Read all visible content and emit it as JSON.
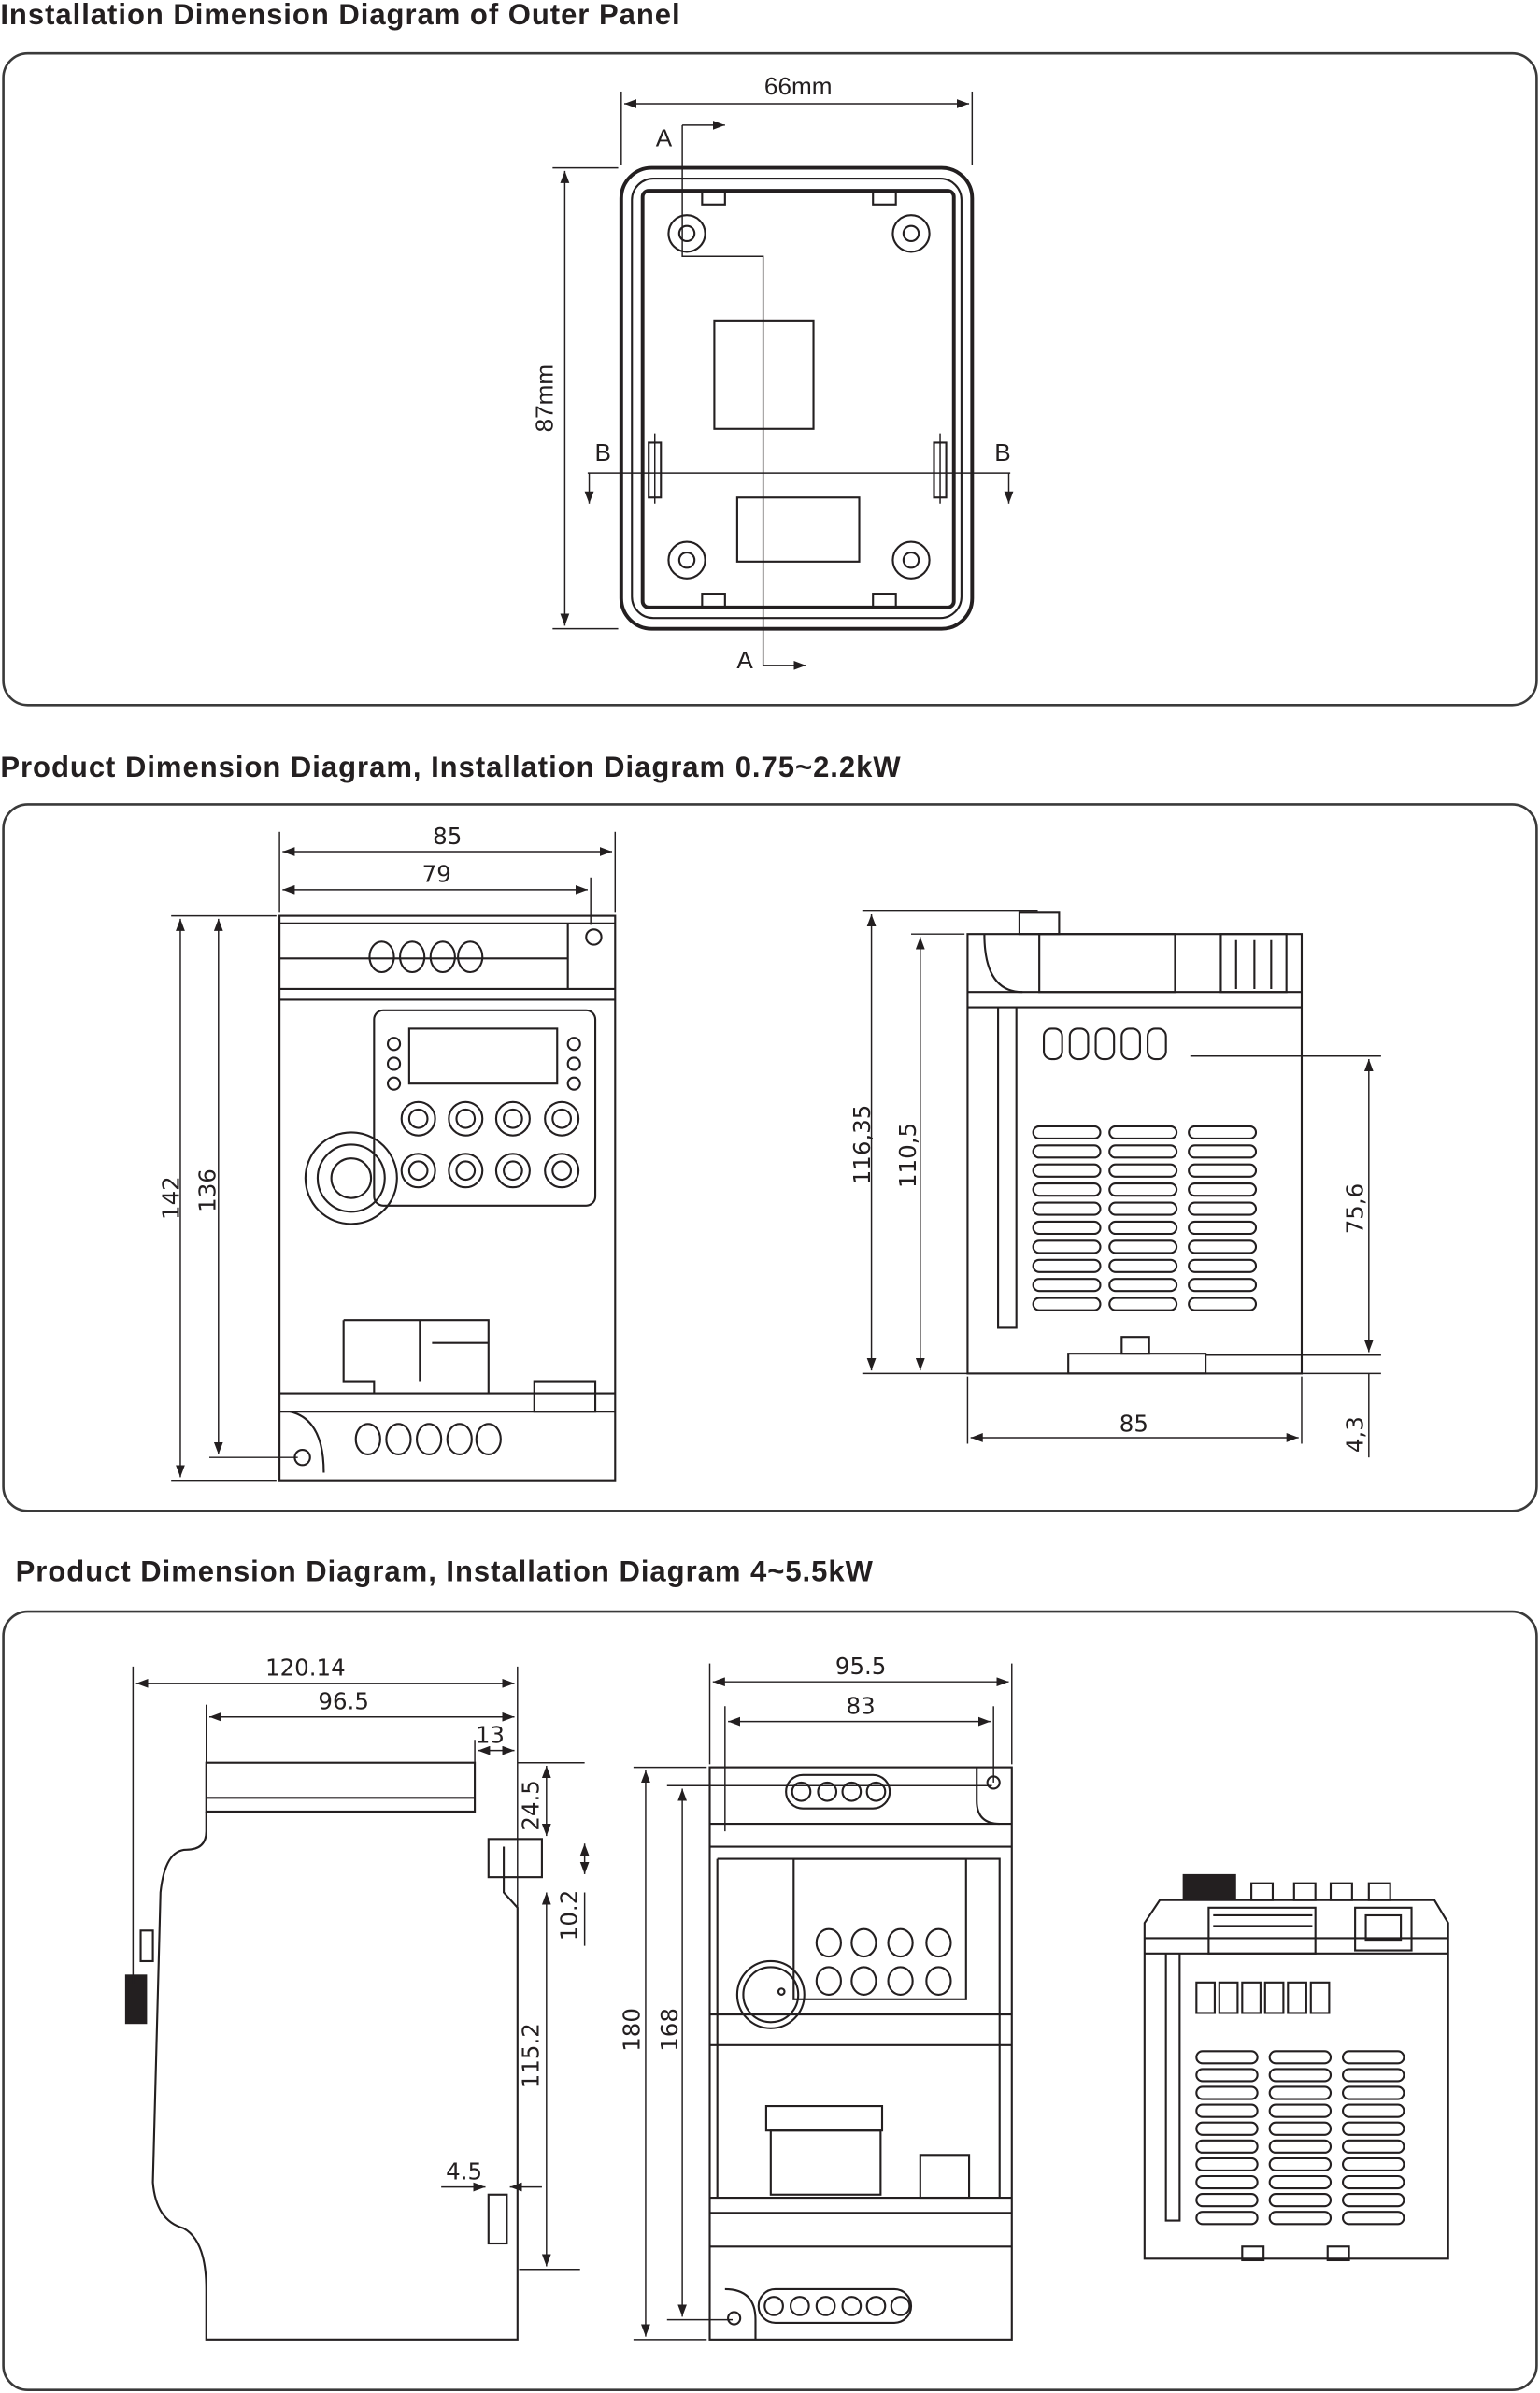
{
  "sections": [
    {
      "title": "Installation Dimension Diagram of Outer Panel",
      "dims": {
        "width": "66mm",
        "height": "87mm"
      },
      "section_labels": {
        "a_top": "A",
        "a_bottom": "A",
        "b_left": "B",
        "b_right": "B"
      }
    },
    {
      "title": "Product Dimension Diagram, Installation Diagram  0.75~2.2kW",
      "front_dims": {
        "outer_width": "85",
        "hole_width": "79",
        "outer_height": "142",
        "hole_height": "136"
      },
      "side_dims": {
        "total_height": "116,35",
        "body_height": "110,5",
        "rail_height": "75,6",
        "foot": "4,3",
        "depth": "85"
      }
    },
    {
      "title": "Product Dimension Diagram, Installation Diagram  4~5.5kW",
      "side_dims": {
        "total_depth": "120.14",
        "body_depth": "96.5",
        "offset": "13",
        "top": "24.5",
        "rail": "10.2",
        "rail_span": "115.2",
        "clip": "4.5"
      },
      "front_dims": {
        "outer_width": "95.5",
        "hole_width": "83",
        "outer_height": "180",
        "hole_height": "168"
      }
    }
  ],
  "colors": {
    "line": "#231f20",
    "panel_border": "#3a3a3a",
    "background": "#ffffff"
  }
}
